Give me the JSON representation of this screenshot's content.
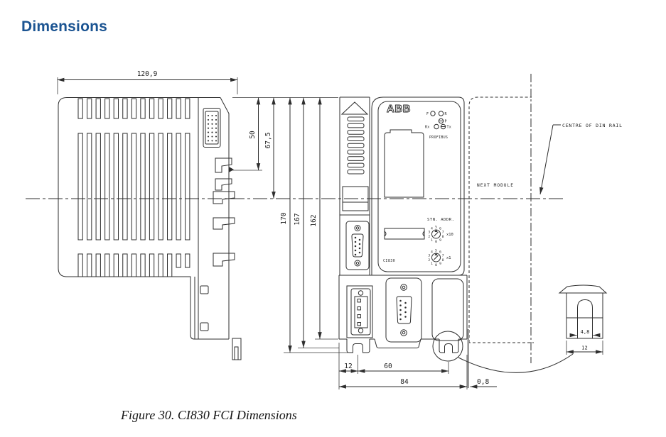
{
  "page": {
    "title": "Dimensions",
    "caption": "Figure 30. CI830 FCI Dimensions"
  },
  "colors": {
    "title_blue": "#1b5492",
    "line": "#2e2e2e",
    "gap_bar": "#9a9a9a"
  },
  "drawing": {
    "dims": {
      "body_width": "120,9",
      "clip_height": "50",
      "upper_height": "67,5",
      "total_height": "170",
      "height_167": "167",
      "height_162": "162",
      "foot_offset": "12",
      "hole_pitch": "60",
      "module_width": "84",
      "module_gap": "0,8",
      "slot_width": "4,8",
      "slot_outer_width": "12"
    },
    "annotations": {
      "centre_of_din_rail": "CENTRE OF DIN RAIL",
      "next_module": "NEXT MODULE"
    },
    "front_panel": {
      "brand": "ABB",
      "led_f": "F",
      "led_r": "R",
      "led_p": "P",
      "led_rx": "Rx",
      "led_tx": "Tx",
      "profibus": "PROFIBUS",
      "stn_addr": "STN. ADDR.",
      "x10": "x10",
      "x1": "x1",
      "model": "CI830",
      "rotary_digits": [
        "0",
        "1",
        "2",
        "3",
        "4",
        "5",
        "6",
        "7",
        "8",
        "9"
      ]
    }
  }
}
